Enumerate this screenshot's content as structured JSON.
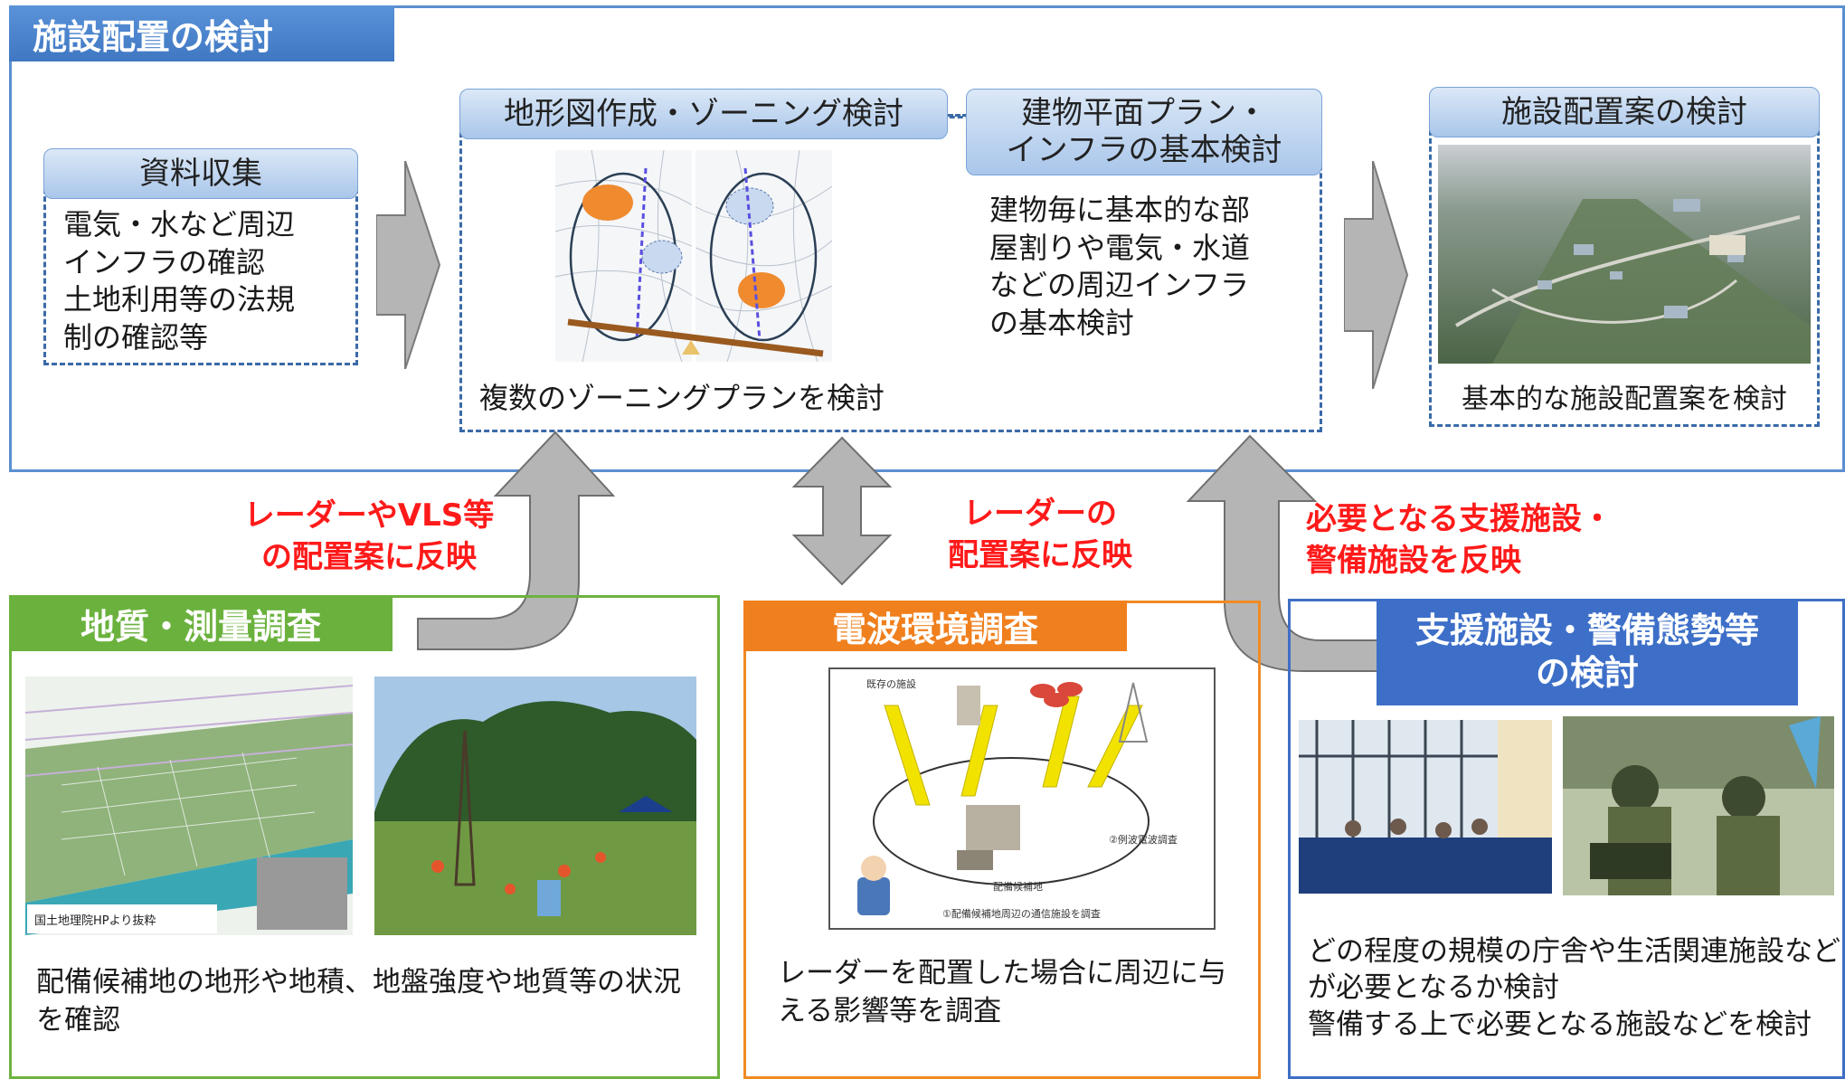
{
  "top_section": {
    "title": "施設配置の検討",
    "steps": {
      "material_collection": {
        "label": "資料収集",
        "text": "電気・水など周辺\nインフラの確認\n土地利用等の法規\n制の確認等"
      },
      "zoning": {
        "label": "地形図作成・ゾーニング検討",
        "text": "複数のゾーニングプランを検討"
      },
      "building_plan": {
        "label": "建物平面プラン・\nインフラの基本検討",
        "text": "建物毎に基本的な部\n屋割りや電気・水道\nなどの周辺インフラ\nの基本検討"
      },
      "layout_plan": {
        "label": "施設配置案の検討",
        "text": "基本的な施設配置案を検討"
      }
    }
  },
  "feedback_labels": {
    "left": "レーダーやVLS等\nの配置案に反映",
    "center": "レーダーの\n配置案に反映",
    "right": "必要となる支援施設・\n警備施設を反映"
  },
  "bottom_sections": {
    "geology": {
      "title": "地質・測量調査",
      "image_caption": "国土地理院HPより抜粋",
      "text": "配備候補地の地形や地積、地盤強度や地質等の状況を確認"
    },
    "radio": {
      "title": "電波環境調査",
      "diagram_labels": {
        "existing_facility": "既存の施設",
        "radio_survey": "②例波電波調査",
        "candidate_site": "配備候補地",
        "note": "①配備候補地周辺の通信施設を調査"
      },
      "text": "レーダーを配置した場合に周辺に与える影響等を調査"
    },
    "support": {
      "title": "支援施設・警備態勢等\nの検討",
      "text": "どの程度の規模の庁舎や生活関連施設などが必要となるか検討\n警備する上で必要となる施設などを検討"
    }
  },
  "colors": {
    "top_frame": "#5b8fd0",
    "red_text": "#ff1a1a",
    "green": "#6ab23d",
    "orange": "#f07f1d",
    "blue": "#3d6fc8",
    "arrow_gray": "#b5b5b5"
  }
}
